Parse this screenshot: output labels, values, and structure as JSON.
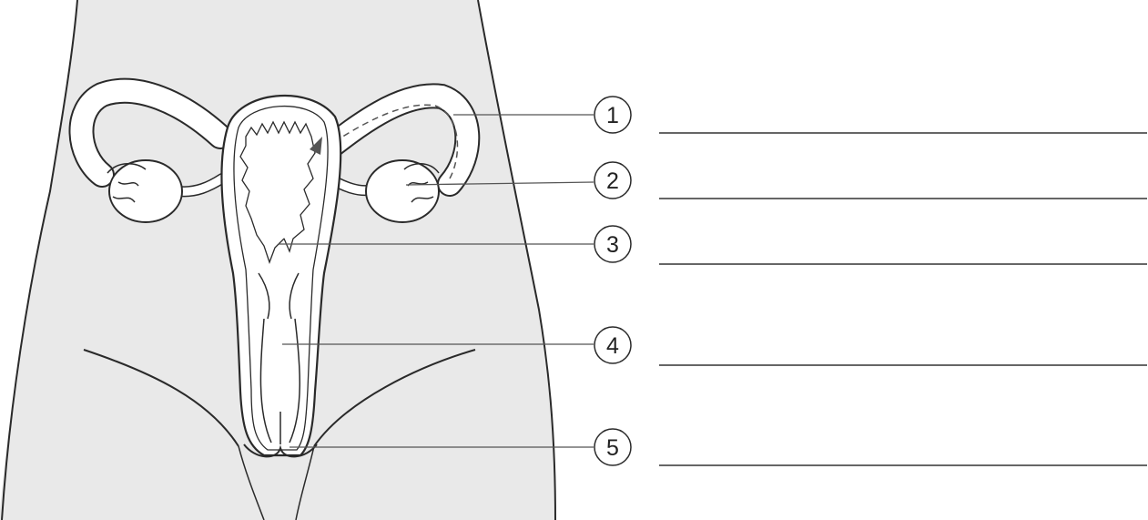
{
  "diagram": {
    "colors": {
      "body_fill": "#e9e9e9",
      "organ_fill": "#ffffff",
      "outline": "#2a2a2a",
      "leader_line": "#555555",
      "answer_line": "#333333"
    },
    "markers": [
      {
        "number": "1",
        "answer": ""
      },
      {
        "number": "2",
        "answer": ""
      },
      {
        "number": "3",
        "answer": ""
      },
      {
        "number": "4",
        "answer": ""
      },
      {
        "number": "5",
        "answer": ""
      }
    ]
  }
}
